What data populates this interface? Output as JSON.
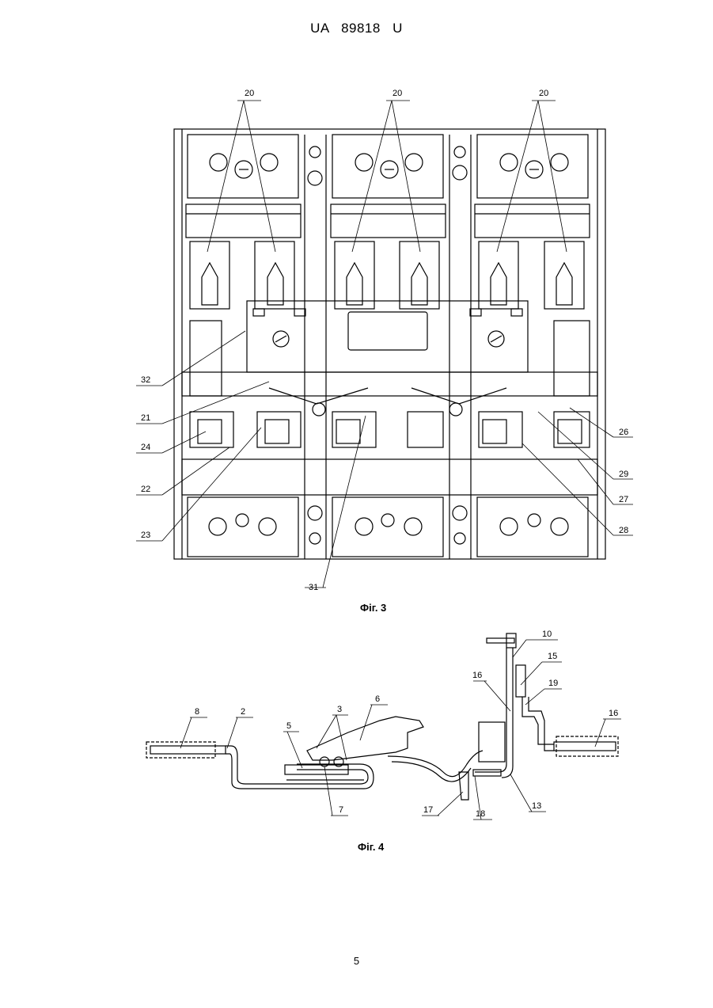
{
  "header": {
    "patent_code": "UA",
    "patent_number": "89818",
    "kind": "U"
  },
  "figure3": {
    "caption": "Фіг. 3",
    "labels": {
      "l20a": "20",
      "l20b": "20",
      "l20c": "20",
      "l32": "32",
      "l21": "21",
      "l24": "24",
      "l22": "22",
      "l23": "23",
      "l31": "31",
      "l26": "26",
      "l29": "29",
      "l27": "27",
      "l28": "28"
    }
  },
  "figure4": {
    "caption": "Фіг. 4",
    "labels": {
      "l8": "8",
      "l2": "2",
      "l5": "5",
      "l3": "3",
      "l6": "6",
      "l7": "7",
      "l10": "10",
      "l15": "15",
      "l16a": "16",
      "l19": "19",
      "l16b": "16",
      "l17": "17",
      "l18": "18",
      "l13": "13"
    }
  },
  "page": {
    "number": "5"
  }
}
